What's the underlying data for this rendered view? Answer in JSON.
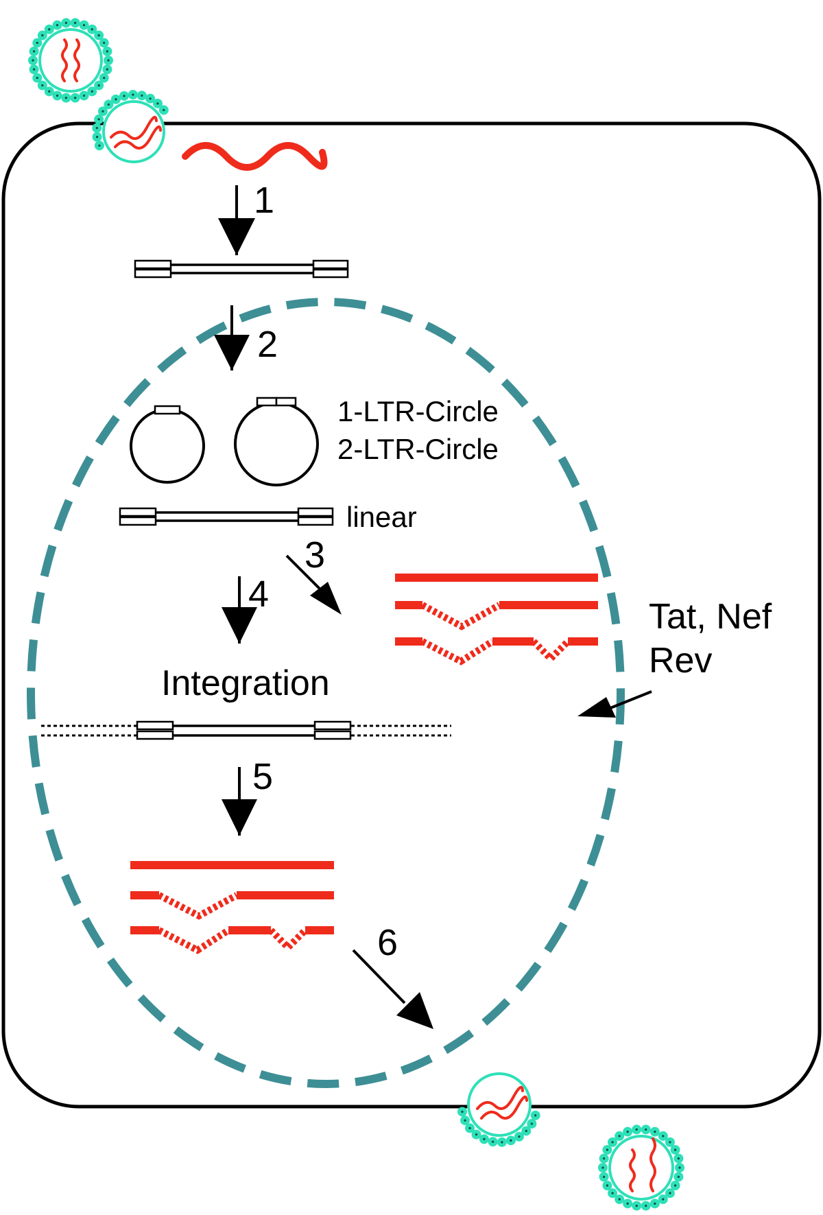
{
  "steps": {
    "s1": "1",
    "s2": "2",
    "s3": "3",
    "s4": "4",
    "s5": "5",
    "s6": "6"
  },
  "dna_forms": {
    "circle_1ltr": "1-LTR-Circle",
    "circle_2ltr": "2-LTR-Circle",
    "linear": "linear"
  },
  "integration": "Integration",
  "proteins": {
    "line1": "Tat, Nef",
    "line2": "Rev"
  },
  "colors": {
    "rna": "#ef2b1c",
    "virion": "#2ee0b8",
    "virion_core": "#1aa88a",
    "nucleus": "#3d8f95",
    "outline": "#000000"
  }
}
